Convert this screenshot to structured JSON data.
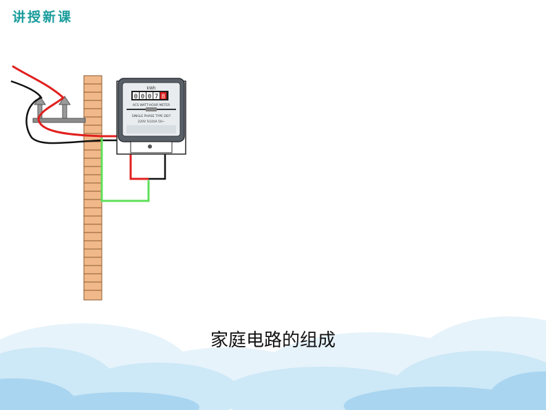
{
  "slide": {
    "header_title": "讲授新课",
    "caption": "家庭电路的组成"
  },
  "meter": {
    "unit_label": "kWh",
    "reading_digits": [
      "0",
      "0",
      "0",
      "7",
      "8"
    ],
    "nameplate_line1": "ACS WATT-HOUR METER",
    "nameplate_line2": "SINGLE PHASE  TYPE DD7",
    "nameplate_line3": "220V   5(10)A   50~"
  },
  "colors": {
    "header": "#1a9c9c",
    "wall": "#f1b98a",
    "wall_line": "#8a5a30",
    "live_wire": "#e0201e",
    "neutral_wire": "#111111",
    "ground_wire": "#5ee05a",
    "cloud_light": "#e3f2fb",
    "cloud_mid": "#bfe1f4",
    "cloud_dark": "#9fd0ee"
  }
}
